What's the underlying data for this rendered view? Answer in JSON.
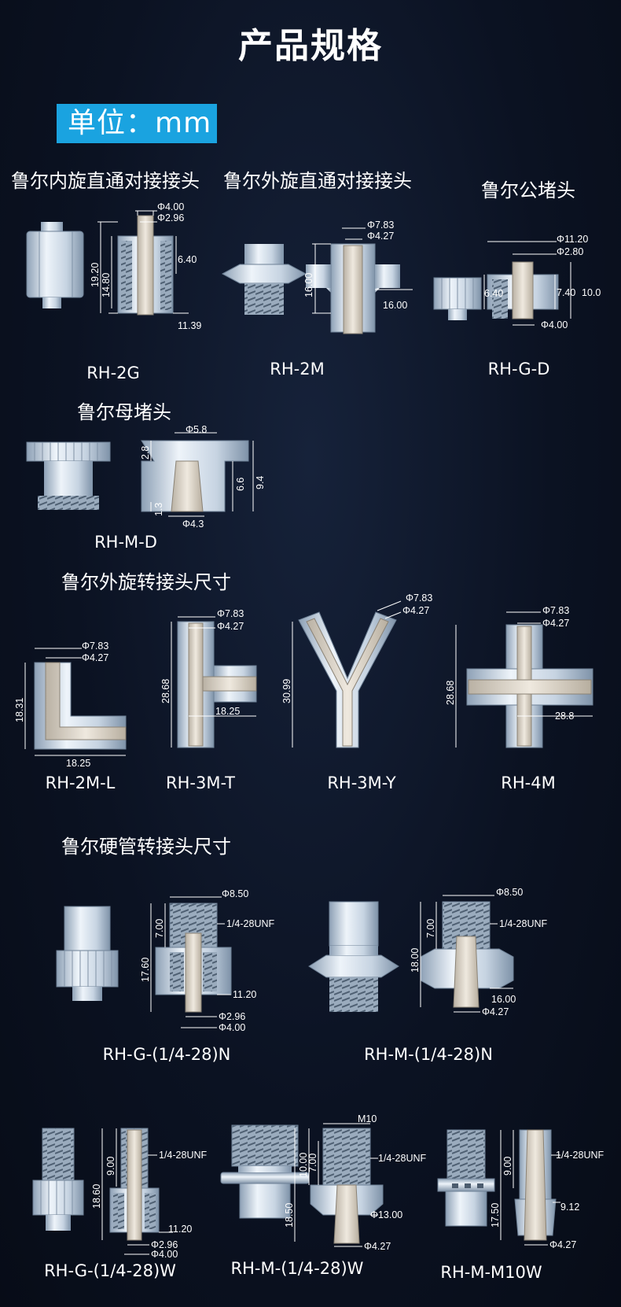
{
  "title": "产品规格",
  "unit": "单位：mm",
  "colors": {
    "background": "#0b1222",
    "badge": "#1aa3e0",
    "part_light": "#dbe6f1",
    "part_shadow": "#8fa3b8",
    "core": "#d9d3c8"
  },
  "sections": {
    "luer_female_straight": {
      "title": "鲁尔内旋直通对接接头",
      "model": "RH-2G",
      "dims": [
        "Φ4.00",
        "Φ2.96",
        "19.20",
        "14.80",
        "6.40",
        "11.39"
      ]
    },
    "luer_male_straight": {
      "title": "鲁尔外旋直通对接接头",
      "model": "RH-2M",
      "dims": [
        "Φ7.83",
        "Φ4.27",
        "16.00",
        "16.00"
      ]
    },
    "luer_male_plug": {
      "title": "鲁尔公堵头",
      "model": "RH-G-D",
      "dims": [
        "Φ11.20",
        "Φ2.80",
        "6.40",
        "7.40",
        "10.0",
        "Φ4.00"
      ]
    },
    "luer_female_plug": {
      "title": "鲁尔母堵头",
      "model": "RH-M-D",
      "dims": [
        "Φ5.8",
        "2.8",
        "6.6",
        "9.4",
        "1.3",
        "Φ4.3"
      ]
    },
    "male_adapters": {
      "title": "鲁尔外旋转接头尺寸",
      "items": [
        {
          "model": "RH-2M-L",
          "dims": [
            "Φ7.83",
            "Φ4.27",
            "18.31",
            "18.25"
          ]
        },
        {
          "model": "RH-3M-T",
          "dims": [
            "Φ7.83",
            "Φ4.27",
            "28.68",
            "18.25"
          ]
        },
        {
          "model": "RH-3M-Y",
          "dims": [
            "Φ7.83",
            "Φ4.27",
            "30.99"
          ]
        },
        {
          "model": "RH-4M",
          "dims": [
            "Φ7.83",
            "Φ4.27",
            "28.68",
            "28.8"
          ]
        }
      ]
    },
    "hard_tube": {
      "title": "鲁尔硬管转接头尺寸",
      "items": [
        {
          "model": "RH-G-(1/4-28)N",
          "dims": [
            "Φ8.50",
            "7.00",
            "1/4-28UNF",
            "17.60",
            "11.20",
            "Φ2.96",
            "Φ4.00"
          ]
        },
        {
          "model": "RH-M-(1/4-28)N",
          "dims": [
            "Φ8.50",
            "7.00",
            "1/4-28UNF",
            "18.00",
            "16.00",
            "Φ4.27"
          ]
        },
        {
          "model": "RH-G-(1/4-28)W",
          "dims": [
            "9.00",
            "1/4-28UNF",
            "18.60",
            "11.20",
            "Φ2.96",
            "Φ4.00"
          ]
        },
        {
          "model": "RH-M-(1/4-28)W",
          "dims": [
            "M10",
            "10.00",
            "7.00",
            "1/4-28UNF",
            "18.50",
            "Φ13.00",
            "Φ4.27"
          ]
        },
        {
          "model": "RH-M-M10W",
          "dims": [
            "9.00",
            "1/4-28UNF",
            "17.50",
            "9.12",
            "Φ4.27"
          ]
        }
      ]
    }
  }
}
